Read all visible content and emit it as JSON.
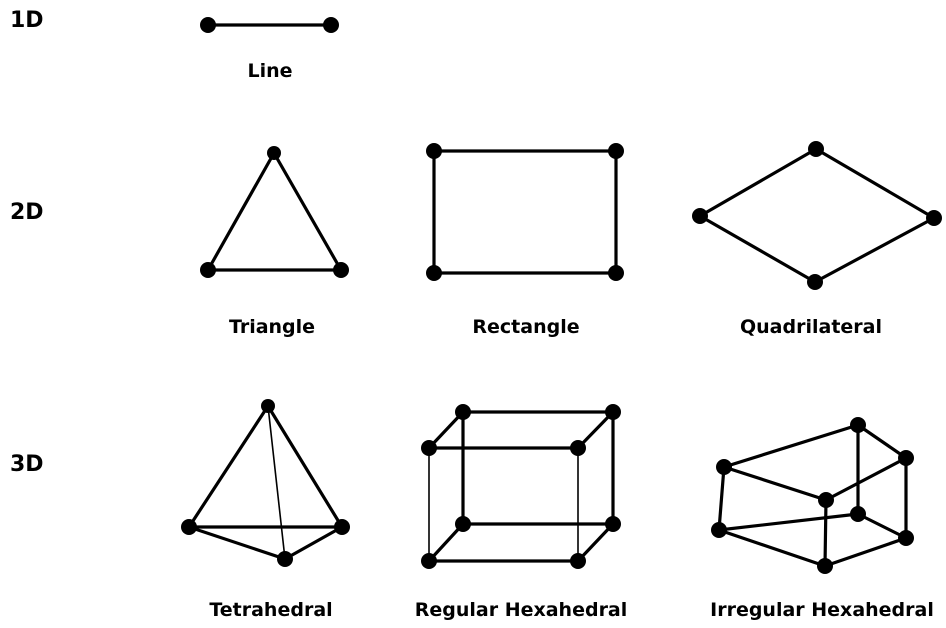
{
  "rows": {
    "d1": "1D",
    "d2": "2D",
    "d3": "3D"
  },
  "elements": {
    "line": "Line",
    "triangle": "Triangle",
    "rectangle": "Rectangle",
    "quadrilateral": "Quadrilateral",
    "tetrahedral": "Tetrahedral",
    "regular_hexahedral": "Regular Hexahedral",
    "irregular_hexahedral": "Irregular Hexahedral"
  }
}
